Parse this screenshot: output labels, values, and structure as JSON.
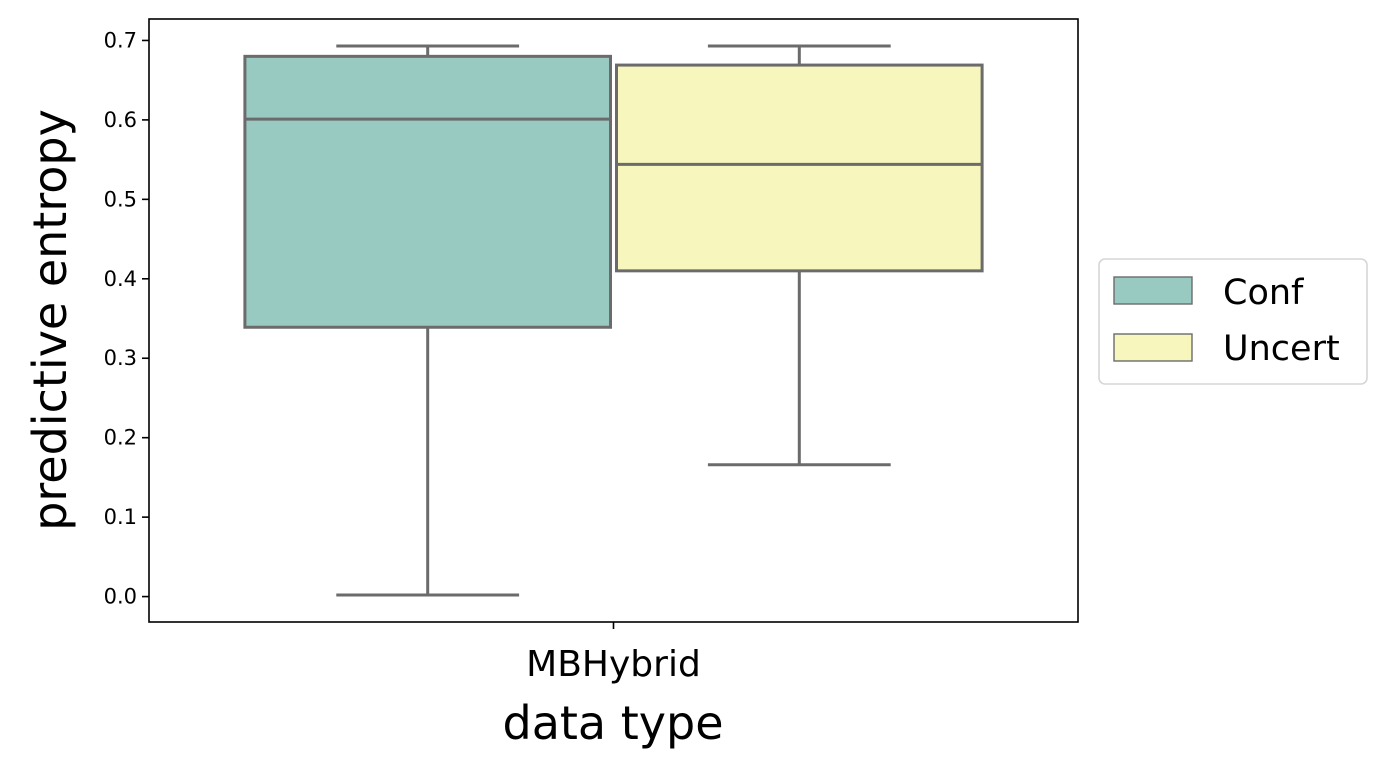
{
  "chart_data": {
    "type": "box",
    "title": "",
    "xlabel": "data type",
    "ylabel": "predictive entropy",
    "categories": [
      "MBHybrid"
    ],
    "ylim": [
      -0.032,
      0.727
    ],
    "yticks": [
      "0.0",
      "0.1",
      "0.2",
      "0.3",
      "0.4",
      "0.5",
      "0.6",
      "0.7"
    ],
    "ytick_values": [
      0.0,
      0.1,
      0.2,
      0.3,
      0.4,
      0.5,
      0.6,
      0.7
    ],
    "grid": false,
    "legend_position": "center-right outside",
    "series": [
      {
        "name": "Conf",
        "color": "#99cac1",
        "stats": {
          "min": 0.002,
          "q1": 0.339,
          "median": 0.601,
          "q3": 0.68,
          "max": 0.693
        }
      },
      {
        "name": "Uncert",
        "color": "#f6f6bd",
        "stats": {
          "min": 0.166,
          "q1": 0.41,
          "median": 0.544,
          "q3": 0.669,
          "max": 0.693
        }
      }
    ],
    "box_edge_color": "#6b6b6b"
  }
}
